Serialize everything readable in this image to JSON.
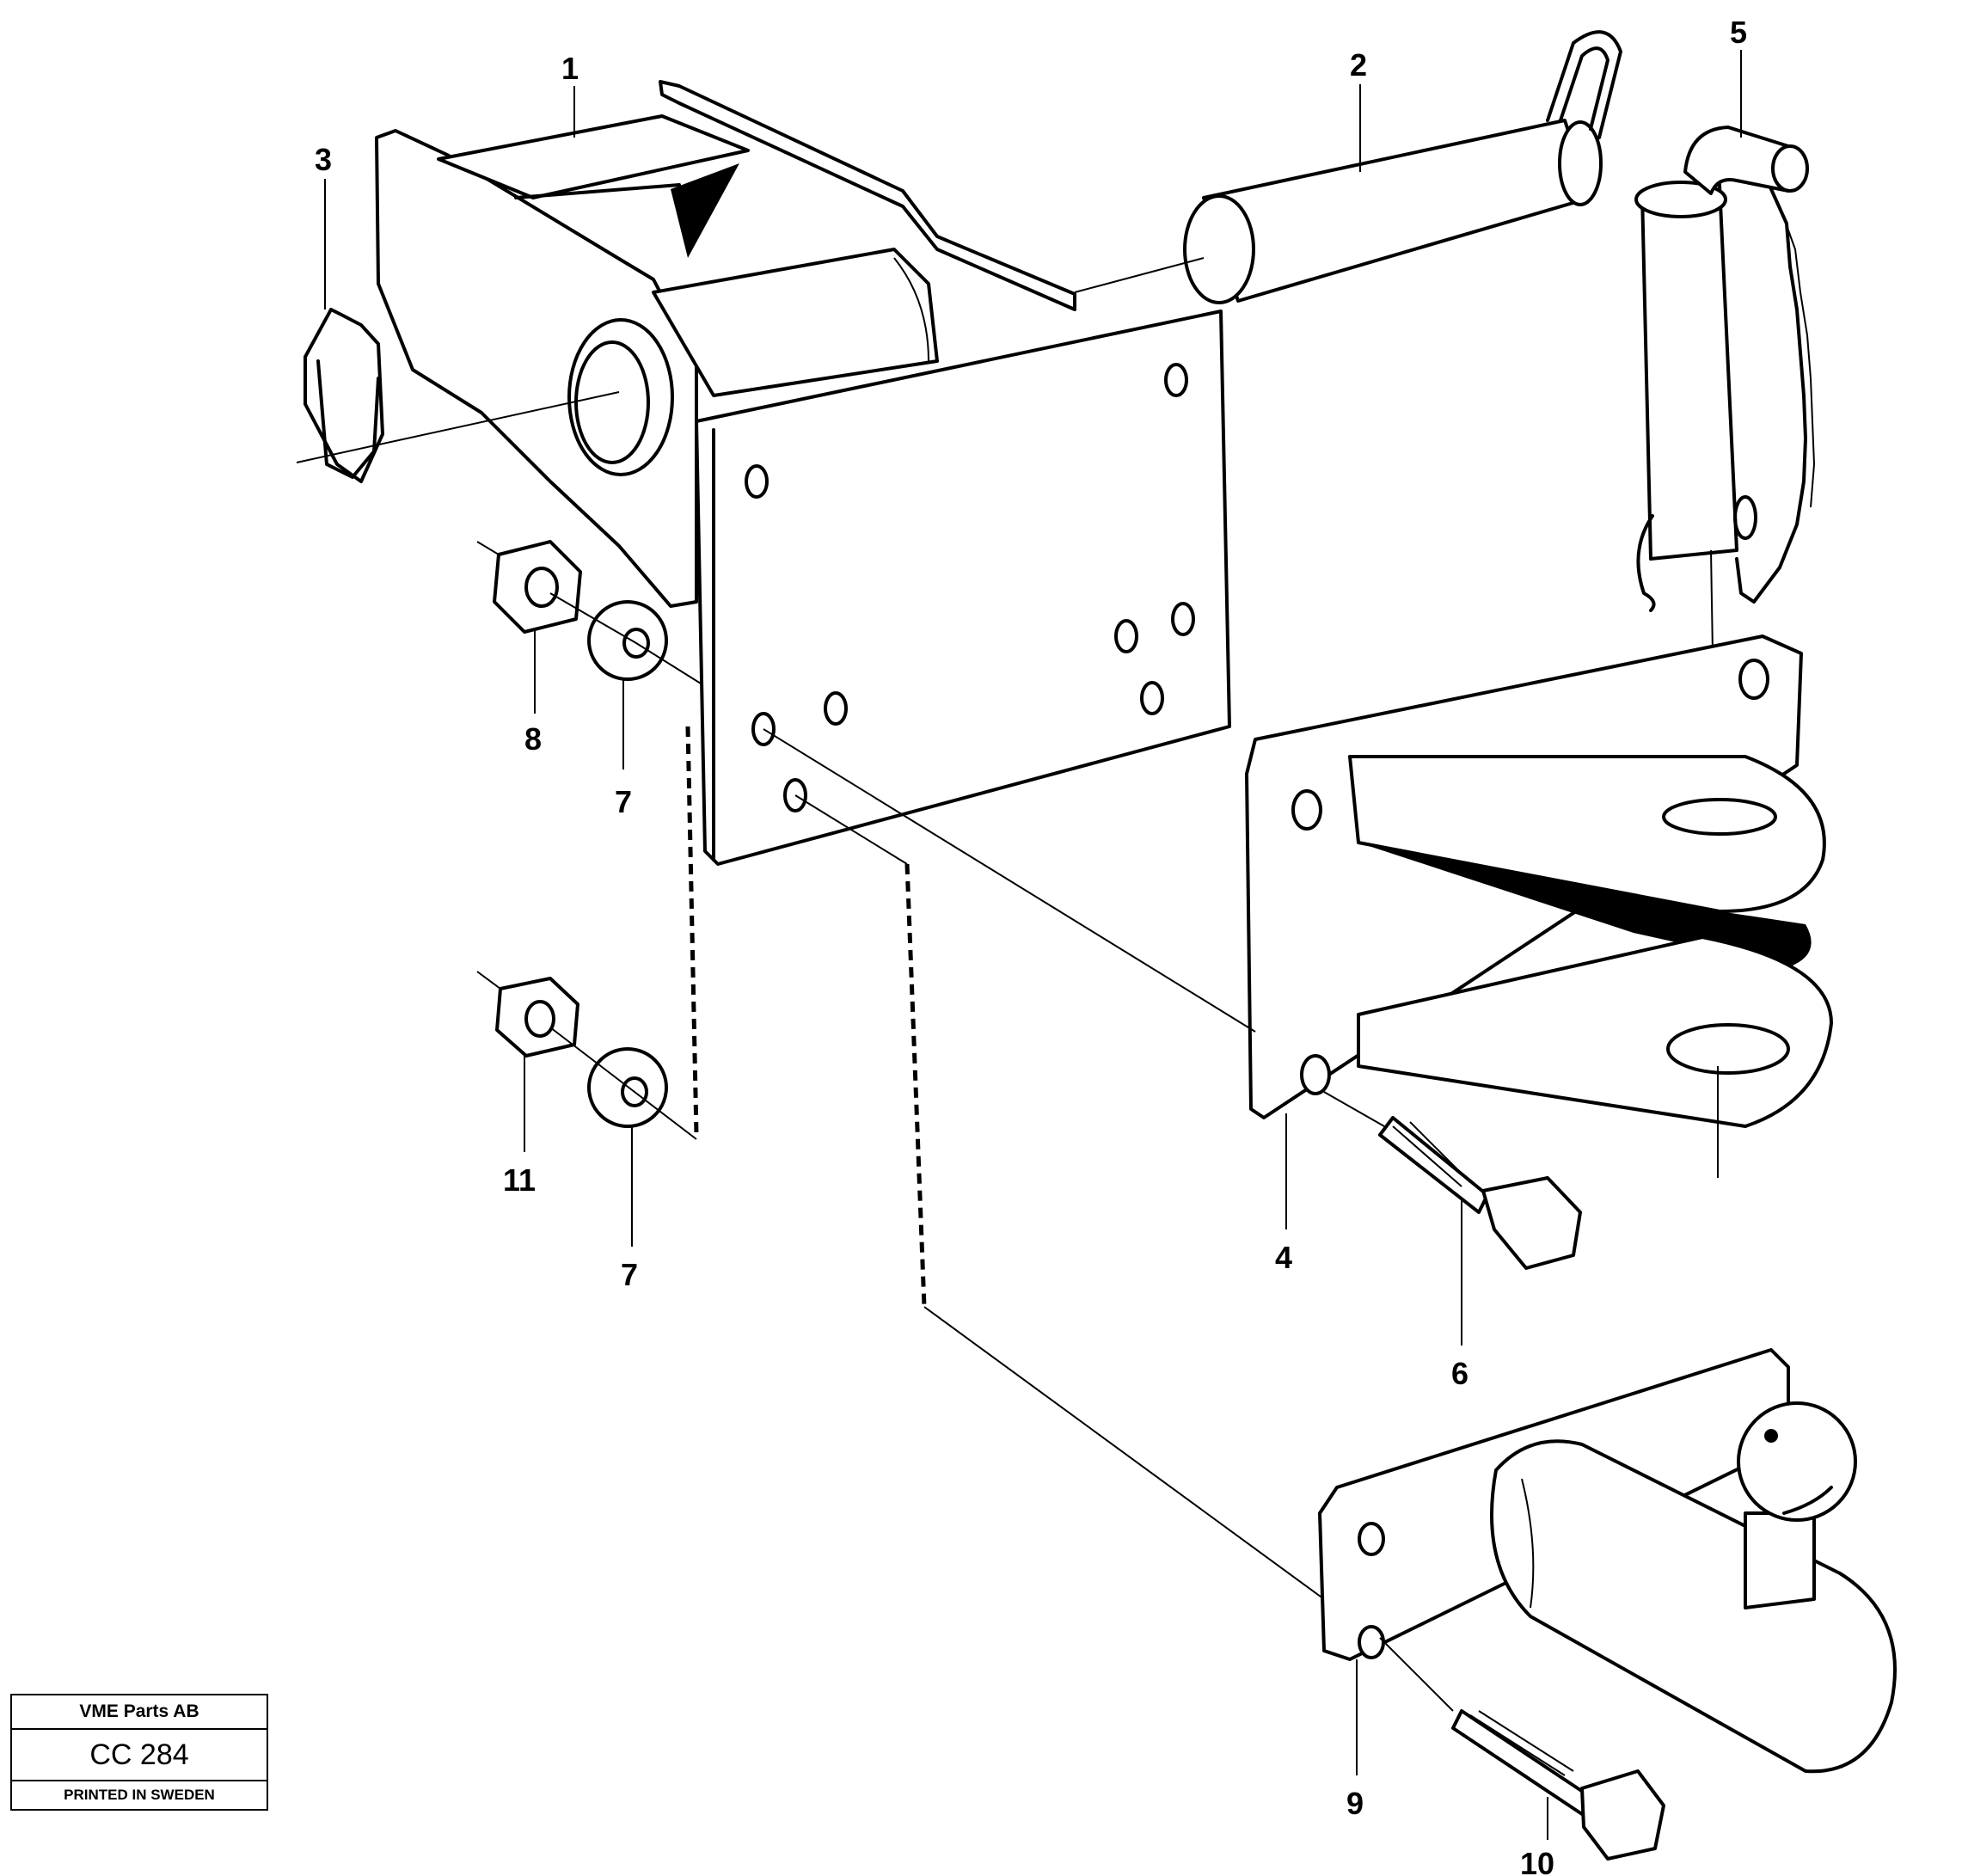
{
  "callouts": {
    "c1": "1",
    "c2": "2",
    "c3": "3",
    "c4": "4",
    "c5": "5",
    "c6": "6",
    "c7a": "7",
    "c7b": "7",
    "c8": "8",
    "c9": "9",
    "c10": "10",
    "c11": "11"
  },
  "title_block": {
    "company": "VME Parts AB",
    "code": "CC 284",
    "printed": "PRINTED IN SWEDEN"
  }
}
